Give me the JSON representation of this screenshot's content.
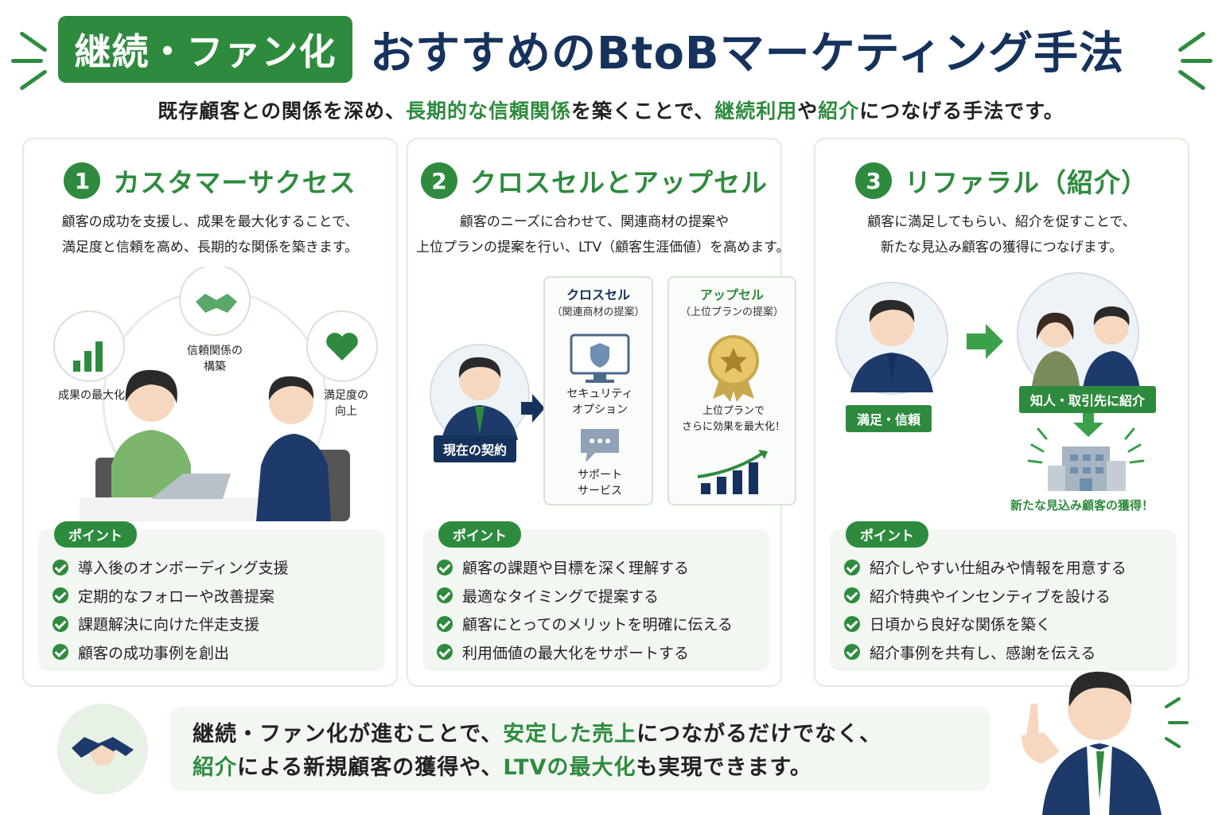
{
  "header": {
    "badge": "継続・ファン化",
    "title": "おすすめのBtoBマーケティング手法",
    "subtitle_parts": [
      "既存顧客との関係を深め、",
      "長期的な信頼関係",
      "を築くことで、",
      "継続利用",
      "や",
      "紹介",
      "につなげる手法です。"
    ]
  },
  "cards": [
    {
      "num": "1",
      "title": "カスタマーサクセス",
      "desc": [
        "顧客の成功を支援し、成果を最大化することで、",
        "満足度と信頼を高め、長期的な関係を築きます。"
      ],
      "illus": {
        "a": "成果の最大化",
        "b": "信頼関係の\n構築",
        "c": "満足度の\n向上"
      },
      "points_label": "ポイント",
      "points": [
        "導入後のオンボーディング支援",
        "定期的なフォローや改善提案",
        "課題解決に向けた伴走支援",
        "顧客の成功事例を創出"
      ]
    },
    {
      "num": "2",
      "title": "クロスセルとアップセル",
      "desc": [
        "顧客のニーズに合わせて、関連商材の提案や",
        "上位プランの提案を行い、LTV（顧客生涯価値）を高めます。"
      ],
      "illus": {
        "current": "現在の契約",
        "cross_title": "クロスセル",
        "cross_sub": "（関連商材の提案）",
        "cross_item1": "セキュリティ\nオプション",
        "cross_item2": "サポート\nサービス",
        "up_title": "アップセル",
        "up_sub": "（上位プランの提案）",
        "up_text": "上位プランで\nさらに効果を最大化！"
      },
      "points_label": "ポイント",
      "points": [
        "顧客の課題や目標を深く理解する",
        "最適なタイミングで提案する",
        "顧客にとってのメリットを明確に伝える",
        "利用価値の最大化をサポートする"
      ]
    },
    {
      "num": "3",
      "title": "リファラル（紹介）",
      "desc": [
        "顧客に満足してもらい、紹介を促すことで、",
        "新たな見込み顧客の獲得につなげます。"
      ],
      "illus": {
        "satisfied": "満足・信頼",
        "referral": "知人・取引先に紹介",
        "new": "新たな見込み顧客の獲得！"
      },
      "points_label": "ポイント",
      "points": [
        "紹介しやすい仕組みや情報を用意する",
        "紹介特典やインセンティブを設ける",
        "日頃から良好な関係を築く",
        "紹介事例を共有し、感謝を伝える"
      ]
    }
  ],
  "bottom": {
    "line1_parts": [
      "継続・ファン化が進むことで、",
      "安定した売上",
      "につながるだけでなく、"
    ],
    "line2_parts": [
      "紹介",
      "による新規顧客の獲得や、",
      "LTVの最大化",
      "も実現できます。"
    ]
  },
  "colors": {
    "green": "#2e8b3e",
    "navy": "#16325c",
    "light": "#f3f7f2"
  }
}
